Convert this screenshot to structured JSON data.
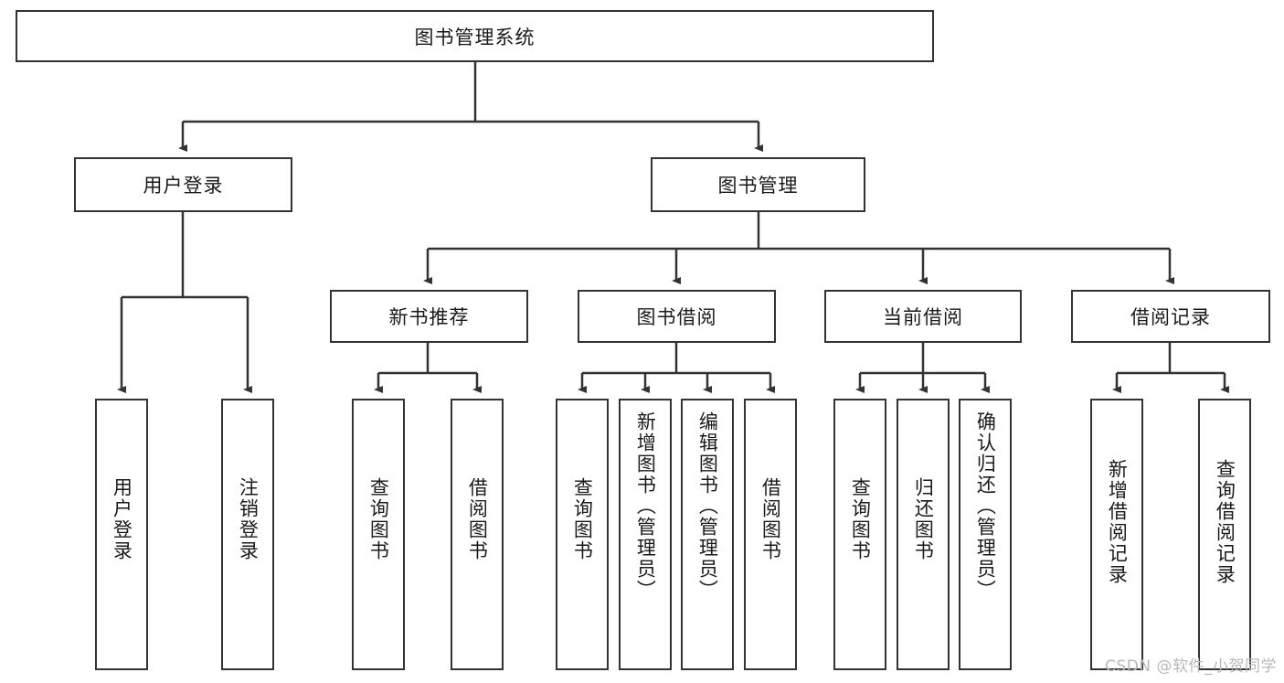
{
  "diagram": {
    "title_node": {
      "label": "图书管理系统"
    },
    "level2": [
      {
        "label": "用户登录"
      },
      {
        "label": "图书管理"
      }
    ],
    "level3": [
      {
        "label": "新书推荐"
      },
      {
        "label": "图书借阅"
      },
      {
        "label": "当前借阅"
      },
      {
        "label": "借阅记录"
      }
    ],
    "leaves": {
      "user_login": [
        {
          "label": "用户登录"
        },
        {
          "label": "注销登录"
        }
      ],
      "new_book_recommend": [
        {
          "label": "查询图书"
        },
        {
          "label": "借阅图书"
        }
      ],
      "book_borrow": [
        {
          "label": "查询图书"
        },
        {
          "label": "新增图书（管理员）"
        },
        {
          "label": "编辑图书（管理员）"
        },
        {
          "label": "借阅图书"
        }
      ],
      "current_borrow": [
        {
          "label": "查询图书"
        },
        {
          "label": "归还图书"
        },
        {
          "label": "确认归还（管理员）"
        }
      ],
      "borrow_record": [
        {
          "label": "新增借阅记录"
        },
        {
          "label": "查询借阅记录"
        }
      ]
    },
    "watermark": "CSDN @软件_小贺同学",
    "colors": {
      "background": "#ffffff",
      "node_border": "#333333",
      "node_fill": "#ffffff",
      "edge": "#333333",
      "text": "#1a1a1a",
      "watermark": "#b9b9b9"
    }
  }
}
